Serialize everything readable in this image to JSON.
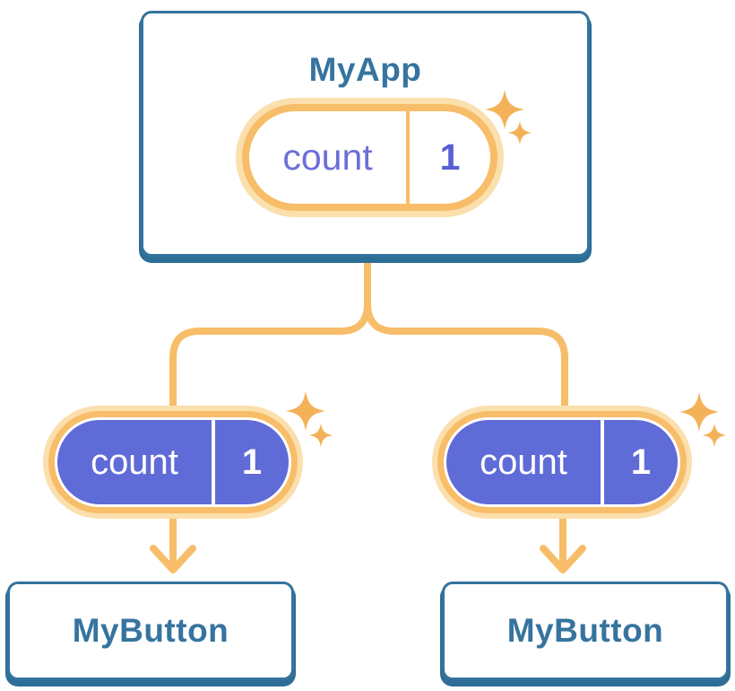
{
  "diagram": {
    "description": "component tree with shared state",
    "root": {
      "title": "MyApp",
      "state": {
        "name": "count",
        "value": "1"
      }
    },
    "children": [
      {
        "title": "MyButton",
        "state": {
          "name": "count",
          "value": "1"
        }
      },
      {
        "title": "MyButton",
        "state": {
          "name": "count",
          "value": "1"
        }
      }
    ]
  },
  "colors": {
    "background": "#FFFFFF",
    "card_border": "#34749E",
    "card_bottom_edge": "#2D6E96",
    "card_title_text": "#36749F",
    "connector_orange": "#F7BD68",
    "pill_glow": "#FBDFAD",
    "pill_purple_fill": "#5F6BD6",
    "pill_purple_text": "#FFFFFF",
    "pill_white_text": "#6B6FD8",
    "pill_value_text": "#585ED4",
    "sparkle": "#F4B258"
  }
}
